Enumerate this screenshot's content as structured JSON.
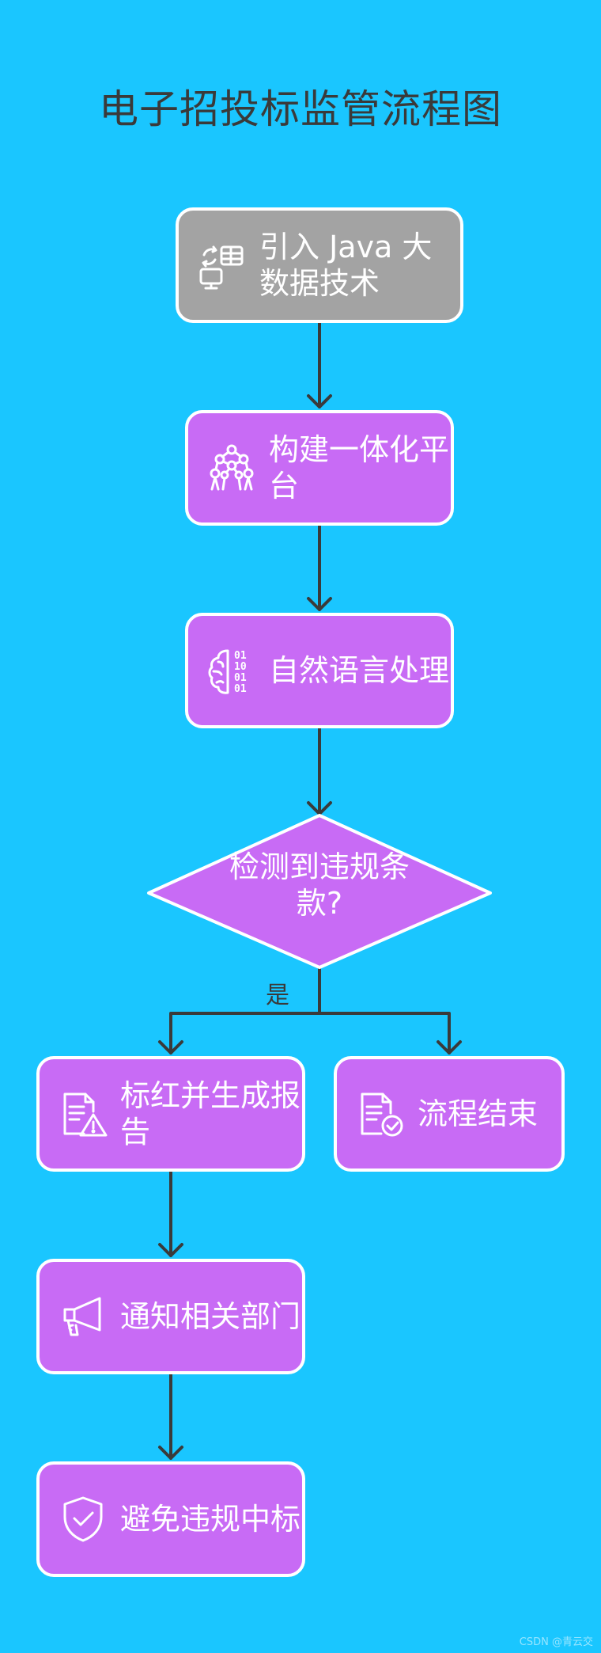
{
  "title": "电子招投标监管流程图",
  "nodes": {
    "n1": {
      "label": "引入 Java 大数据技术",
      "icon": "data-transfer-icon"
    },
    "n2": {
      "label": "构建一体化平台",
      "icon": "network-structure-icon"
    },
    "n3": {
      "label": "自然语言处理",
      "icon": "brain-binary-icon"
    },
    "decision": {
      "label": "检测到违规条款?"
    },
    "n4": {
      "label": "标红并生成报告",
      "icon": "document-warning-icon"
    },
    "n5": {
      "label": "流程结束",
      "icon": "document-check-icon"
    },
    "n6": {
      "label": "通知相关部门",
      "icon": "megaphone-icon"
    },
    "n7": {
      "label": "避免违规中标",
      "icon": "shield-check-icon"
    }
  },
  "edge_labels": {
    "yes": "是"
  },
  "colors": {
    "background": "#1ac6ff",
    "node_fill": "#c86bf5",
    "start_fill": "#a3a3a3",
    "edge": "#3a3a3a",
    "border": "#ffffff"
  },
  "watermark": "CSDN @青云交"
}
